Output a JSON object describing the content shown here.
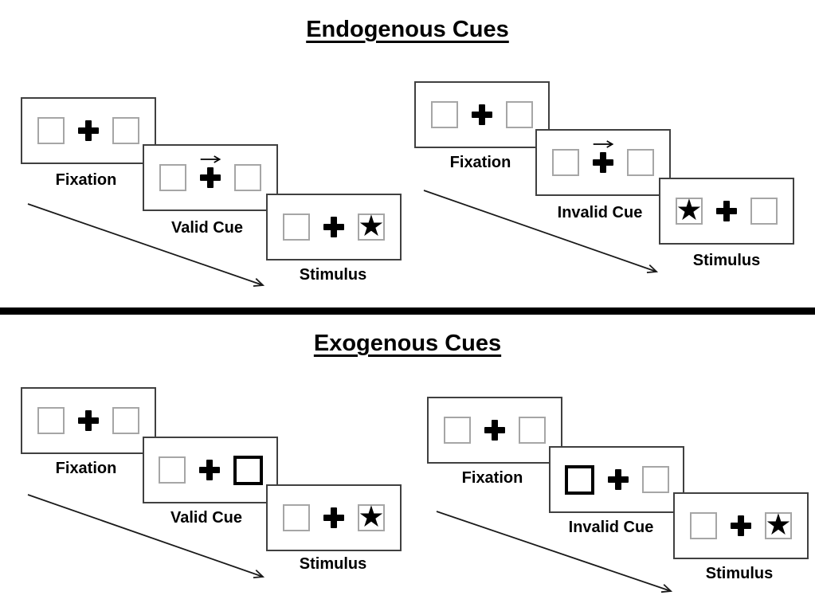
{
  "diagram": {
    "sections": [
      {
        "title": "Endogenous Cues",
        "sequences": [
          {
            "name": "valid-trial",
            "panels": [
              {
                "label": "Fixation",
                "content": "two-boxes-plus"
              },
              {
                "label": "Valid Cue",
                "content": "arrow-right-above-plus"
              },
              {
                "label": "Stimulus",
                "content": "star-in-right-box"
              }
            ]
          },
          {
            "name": "invalid-trial",
            "panels": [
              {
                "label": "Fixation",
                "content": "two-boxes-plus"
              },
              {
                "label": "Invalid Cue",
                "content": "arrow-right-above-plus"
              },
              {
                "label": "Stimulus",
                "content": "star-in-left-box"
              }
            ]
          }
        ]
      },
      {
        "title": "Exogenous Cues",
        "sequences": [
          {
            "name": "valid-trial",
            "panels": [
              {
                "label": "Fixation",
                "content": "two-boxes-plus"
              },
              {
                "label": "Valid Cue",
                "content": "bold-box-right"
              },
              {
                "label": "Stimulus",
                "content": "star-in-right-box"
              }
            ]
          },
          {
            "name": "invalid-trial",
            "panels": [
              {
                "label": "Fixation",
                "content": "two-boxes-plus"
              },
              {
                "label": "Invalid Cue",
                "content": "bold-box-left"
              },
              {
                "label": "Stimulus",
                "content": "star-in-right-box"
              }
            ]
          }
        ]
      }
    ]
  },
  "icons": {
    "star_glyph": "★"
  },
  "colors": {
    "ink": "#000000",
    "panel_border": "#404040",
    "placeholder_box_border": "#a6a6a6"
  }
}
